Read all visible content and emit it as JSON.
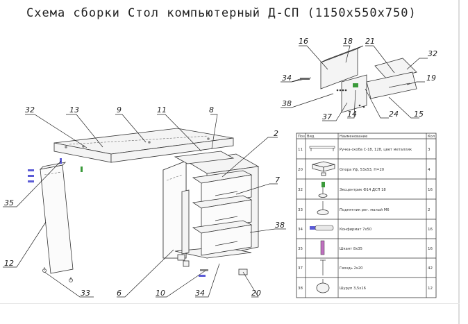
{
  "title": "Схема сборки  Стол компьютерный Д-СП (1150x550x750)",
  "callouts": {
    "c32a": "32",
    "c13": "13",
    "c9": "9",
    "c11": "11",
    "c8": "8",
    "c2": "2",
    "c7": "7",
    "c38": "38",
    "c35": "35",
    "c12": "12",
    "c33": "33",
    "c6": "6",
    "c10": "10",
    "c34": "34",
    "c20": "20",
    "d16": "16",
    "d18": "18",
    "d21": "21",
    "d32": "32",
    "d19": "19",
    "d34": "34",
    "d38": "38",
    "d37": "37",
    "d14": "14",
    "d24": "24",
    "d15": "15"
  },
  "table": {
    "headers": [
      "Поз",
      "Вид",
      "Наименование",
      "Кол"
    ],
    "rows": [
      {
        "pos": "11",
        "name": "Ручка-скоба С-18, 128, цвет металлик",
        "qty": "3"
      },
      {
        "pos": "20",
        "name": "Опора  Уф,   53х53,  Н=20",
        "qty": "4"
      },
      {
        "pos": "32",
        "name": "Эксцентрик Ф14 ДСП 18",
        "qty": "16"
      },
      {
        "pos": "33",
        "name": "Подпятник рег. малый М6",
        "qty": "2"
      },
      {
        "pos": "34",
        "name": "Конфирмат 7х50",
        "qty": "16"
      },
      {
        "pos": "35",
        "name": "Шкант 8х35",
        "qty": "16"
      },
      {
        "pos": "37",
        "name": "Гвоздь 2х20",
        "qty": "42"
      },
      {
        "pos": "38",
        "name": "Шуруп 3,5х16",
        "qty": "12"
      }
    ]
  }
}
